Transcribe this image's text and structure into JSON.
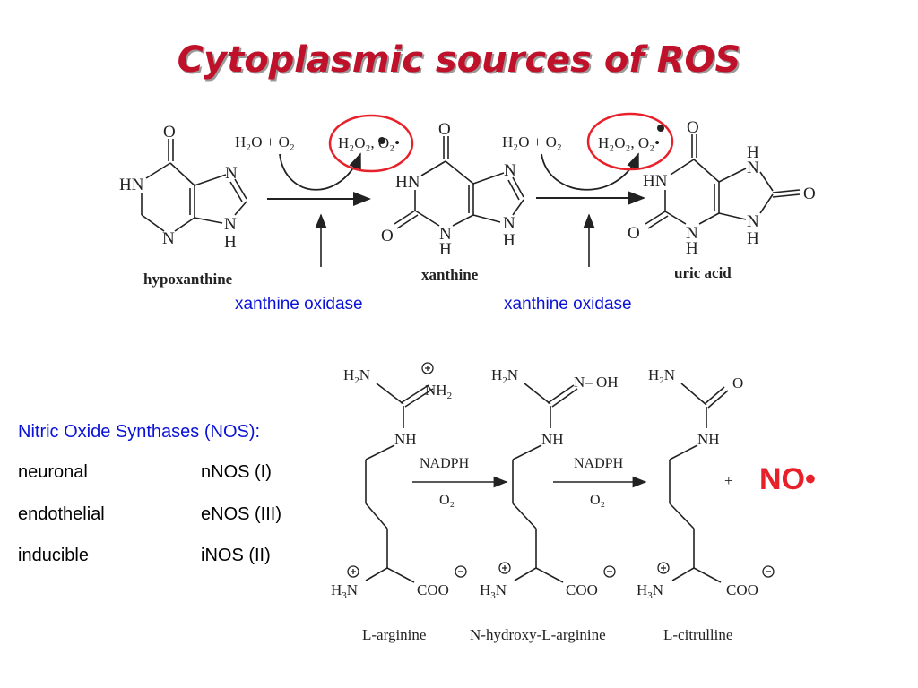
{
  "title": "Cytoplasmic sources of ROS",
  "colors": {
    "title": "#c0112b",
    "blue_text": "#0a12d8",
    "red_highlight": "#e8202a",
    "no_red": "#e8202a"
  },
  "purine_pathway": {
    "molecules": {
      "hypoxanthine": "hypoxanthine",
      "xanthine": "xanthine",
      "uric_acid": "uric acid"
    },
    "reactants_1": "H₂O + O₂",
    "products_1": "H₂O₂, O₂•",
    "reactants_2": "H₂O + O₂",
    "products_2": "H₂O₂, O₂•",
    "enzyme_1": "xanthine oxidase",
    "enzyme_2": "xanthine oxidase"
  },
  "nos": {
    "title": "Nitric Oxide Synthases (NOS):",
    "rows": [
      {
        "type": "neuronal",
        "isoform": "nNOS (I)"
      },
      {
        "type": "endothelial",
        "isoform": "eNOS (III)"
      },
      {
        "type": "inducible",
        "isoform": "iNOS (II)"
      }
    ]
  },
  "no_pathway": {
    "molecules": {
      "l_arginine": "L-arginine",
      "n_hydroxy": "N-hydroxy-L-arginine",
      "l_citrulline": "L-citrulline"
    },
    "cofactor_1": "NADPH",
    "oxygen_1": "O₂",
    "cofactor_2": "NADPH",
    "oxygen_2": "O₂",
    "plus": "+",
    "product": "NO•"
  }
}
